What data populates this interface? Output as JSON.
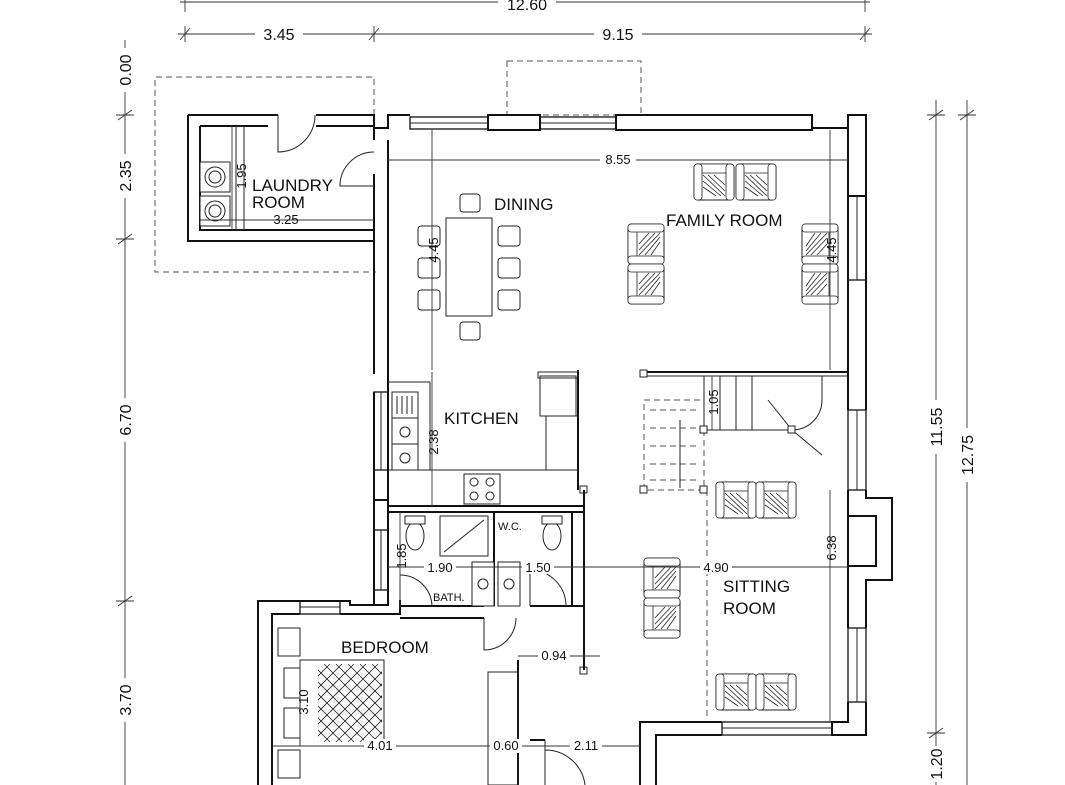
{
  "rooms": {
    "laundry_line1": "LAUNDRY",
    "laundry_line2": "ROOM",
    "dining": "DINING",
    "family": "FAMILY ROOM",
    "kitchen": "KITCHEN",
    "wc": "W.C.",
    "bath": "BATH.",
    "bedroom": "BEDROOM",
    "sitting_line1": "SITTING",
    "sitting_line2": "ROOM"
  },
  "dimensions": {
    "top_total": "12.60",
    "top_left": "3.45",
    "top_right": "9.15",
    "left_1": "0.00",
    "left_2": "2.35",
    "left_3": "6.70",
    "left_4": "3.70",
    "right_1": "11.55",
    "right_2": "12.75",
    "right_3": "1.20",
    "laundry_w": "3.25",
    "laundry_h": "1.95",
    "family_w": "8.55",
    "dining_h": "4.45",
    "family_h": "4.45",
    "kitchen_h": "2.38",
    "stair_h": "1.05",
    "bath_h": "1.85",
    "bath_w": "1.90",
    "wc_w": "1.50",
    "sitting_w": "4.90",
    "sitting_h": "6.38",
    "corridor_w": "0.94",
    "bed_h": "3.10",
    "bed_w": "4.01",
    "closet_w": "0.60",
    "entry_w": "2.11"
  }
}
